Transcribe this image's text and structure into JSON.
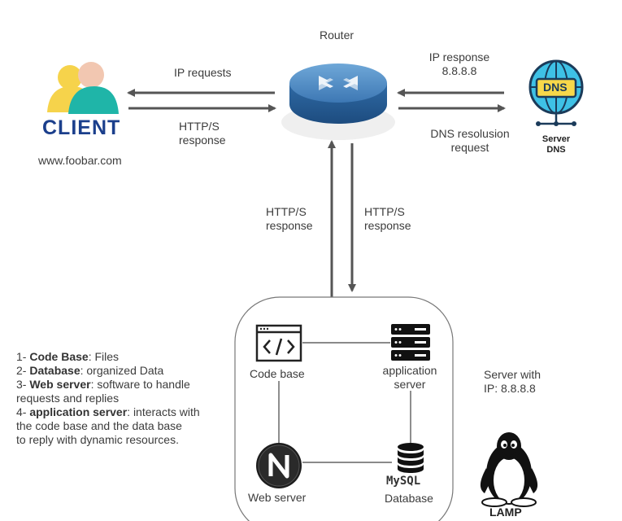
{
  "router": {
    "label": "Router"
  },
  "client": {
    "logo_text": "CLIENT",
    "url": "www.foobar.com",
    "icon": "people-icon"
  },
  "arrows": {
    "ip_requests": "IP requests",
    "client_http_response_line1": "HTTP/S",
    "client_http_response_line2": "response",
    "ip_response_line1": "IP response",
    "ip_response_line2": "8.8.8.8",
    "dns_resolution_line1": "DNS resolusion",
    "dns_resolution_line2": "request",
    "up_http_line1": "HTTP/S",
    "up_http_line2": "response",
    "down_http_line1": "HTTP/S",
    "down_http_line2": "response"
  },
  "dns": {
    "badge": "DNS",
    "caption_line1": "Server",
    "caption_line2": "DNS",
    "icon": "globe-dns-icon"
  },
  "server": {
    "ip_line1": "Server with",
    "ip_line2": "IP: 8.8.8.8",
    "code_base": "Code base",
    "app_server_line1": "application",
    "app_server_line2": "server",
    "web_server": "Web server",
    "database": "Database",
    "mysql_logo": "MySQL",
    "lamp": "LAMP"
  },
  "legend": [
    {
      "num": "1- ",
      "term": "Code Base",
      "desc": ": Files"
    },
    {
      "num": "2- ",
      "term": "Database",
      "desc": ": organized Data"
    },
    {
      "num": "3- ",
      "term": "Web server",
      "desc": ": software to handle"
    },
    {
      "num": "",
      "term": "",
      "desc": "requests and replies"
    },
    {
      "num": "4- ",
      "term": "application server",
      "desc": ": interacts with"
    },
    {
      "num": "",
      "term": "",
      "desc": "the code base and the data base"
    },
    {
      "num": "",
      "term": "",
      "desc": "to reply with dynamic resources."
    }
  ],
  "colors": {
    "arrow": "#555555",
    "router": "#4a8bc2",
    "client_blue": "#1b3f8c",
    "dns_cyan": "#3ec1e6",
    "dns_yellow": "#f7d84a"
  }
}
